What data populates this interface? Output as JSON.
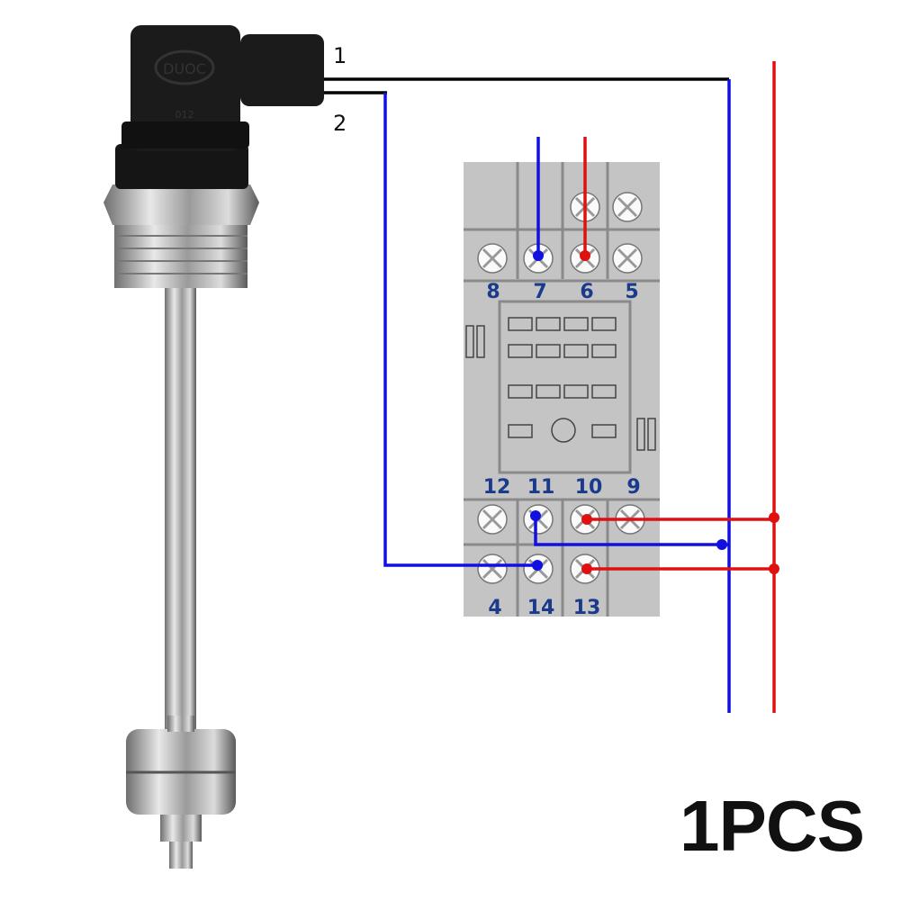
{
  "sensor": {
    "brand_mark": "DUOC",
    "model_mark": "012"
  },
  "wire_labels": [
    "1",
    "2"
  ],
  "relay_base": {
    "top_terminals": [
      "8",
      "7",
      "6",
      "5"
    ],
    "middle_terminals": [
      "12",
      "11",
      "10",
      "9"
    ],
    "bottom_terminals": [
      "4",
      "14",
      "13"
    ]
  },
  "colors": {
    "wire_blue": "#1010e0",
    "wire_red": "#e01010",
    "wire_black": "#000000",
    "base_gray": "#c4c4c4",
    "label_blue": "#1a3a8c"
  },
  "quantity_label": "1PCS"
}
